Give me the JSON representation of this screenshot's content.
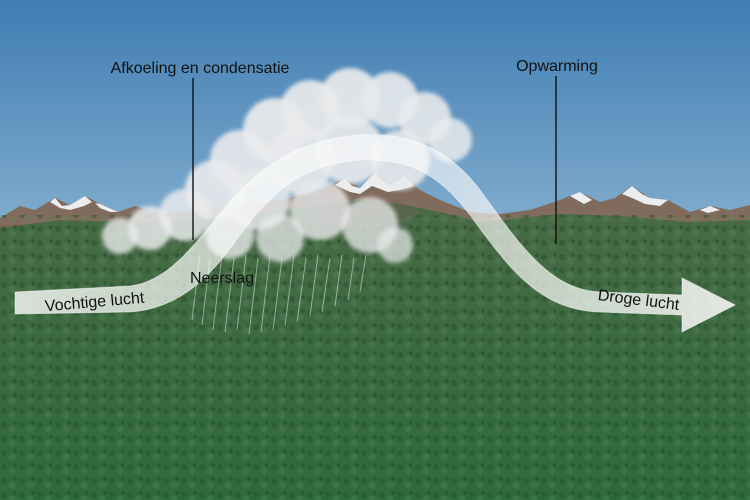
{
  "labels": {
    "cooling": "Afkoeling en condensatie",
    "warming": "Opwarming",
    "precipitation": "Neerslag",
    "moist_air": "Vochtige lucht",
    "dry_air": "Droge lucht"
  },
  "colors": {
    "sky_top": "#3f7db3",
    "sky_bottom": "#c9dde9",
    "vegetation": "#3b6a3f",
    "vegetation_dark": "#244a2c",
    "rock": "#7a6456",
    "snow": "#f2f4f6",
    "cloud": "#e9eaec",
    "airflow": "#f4f6f2",
    "text": "#111111"
  }
}
